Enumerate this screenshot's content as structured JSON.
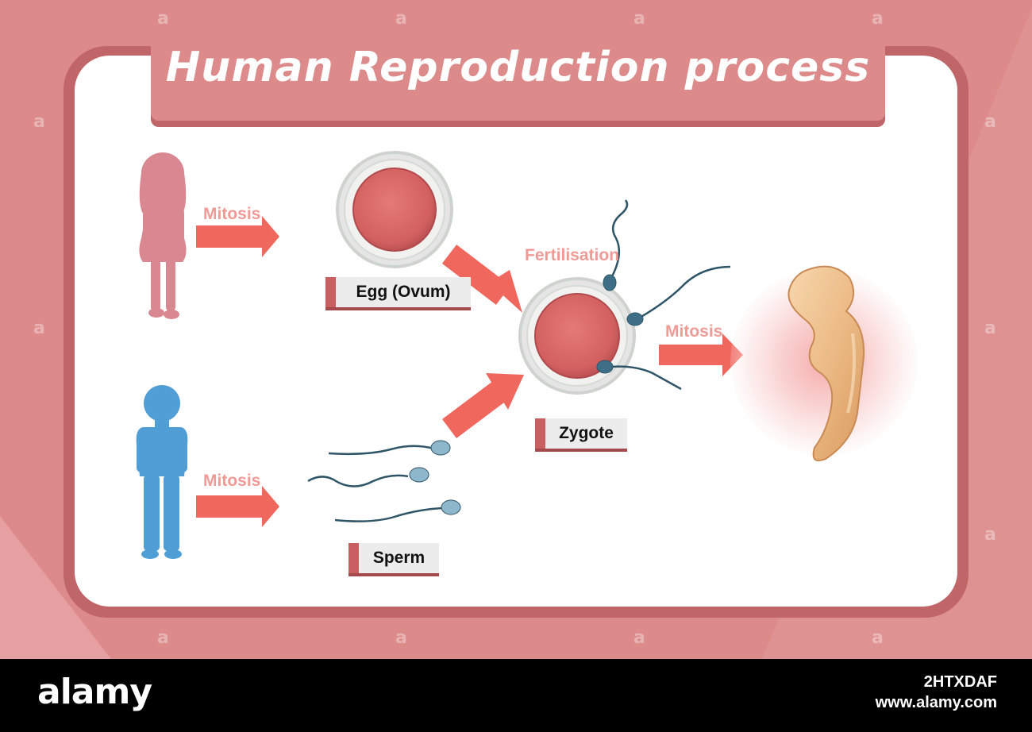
{
  "diagram": {
    "title": "Human Reproduction process",
    "labels": {
      "mitosis_female": "Mitosis",
      "mitosis_male": "Mitosis",
      "mitosis_zygote": "Mitosis",
      "fertilisation": "Fertilisation"
    },
    "tags": {
      "egg": "Egg (Ovum)",
      "zygote": "Zygote",
      "sperm": "Sperm"
    }
  },
  "footer": {
    "brand": "alamy",
    "image_id": "2HTXDAF",
    "site": "www.alamy.com"
  },
  "colors": {
    "frame": "#dd8a8b",
    "frame_border": "#c06668",
    "panel": "#ffffff",
    "arrow": "#f0675e",
    "female_silhouette": "#d98790",
    "male_silhouette": "#4f9fd6",
    "cell": "#d96d6c",
    "sperm": "#3f6f86",
    "embryo": "#e9b784"
  }
}
